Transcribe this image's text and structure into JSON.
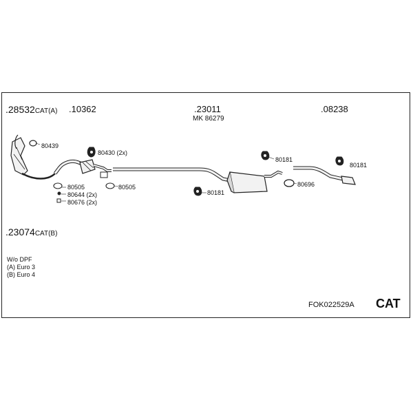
{
  "labels": {
    "cat_a_number": ".28532",
    "cat_a_suffix": "CAT(A)",
    "front_pipe": ".10362",
    "centre_silencer": ".23011",
    "centre_mk": "MK 86279",
    "rear_pipe": ".08238",
    "cat_b_number": ".23074",
    "cat_b_suffix": "CAT(B)"
  },
  "small_parts": {
    "p80439": "80439",
    "p80430": "80430 (2x)",
    "p80505_a": "80505",
    "p80505_b": "80505",
    "p80644": "80644 (2x)",
    "p80676": "80676 (2x)",
    "p80181_a": "80181",
    "p80181_b": "80181",
    "p80181_c": "80181",
    "p80696": "80696"
  },
  "notes": {
    "line1": "W/o DPF",
    "line2": "(A) Euro 3",
    "line3": "(B) Euro 4"
  },
  "footer": {
    "reference": "FOK022529A",
    "category": "CAT"
  }
}
